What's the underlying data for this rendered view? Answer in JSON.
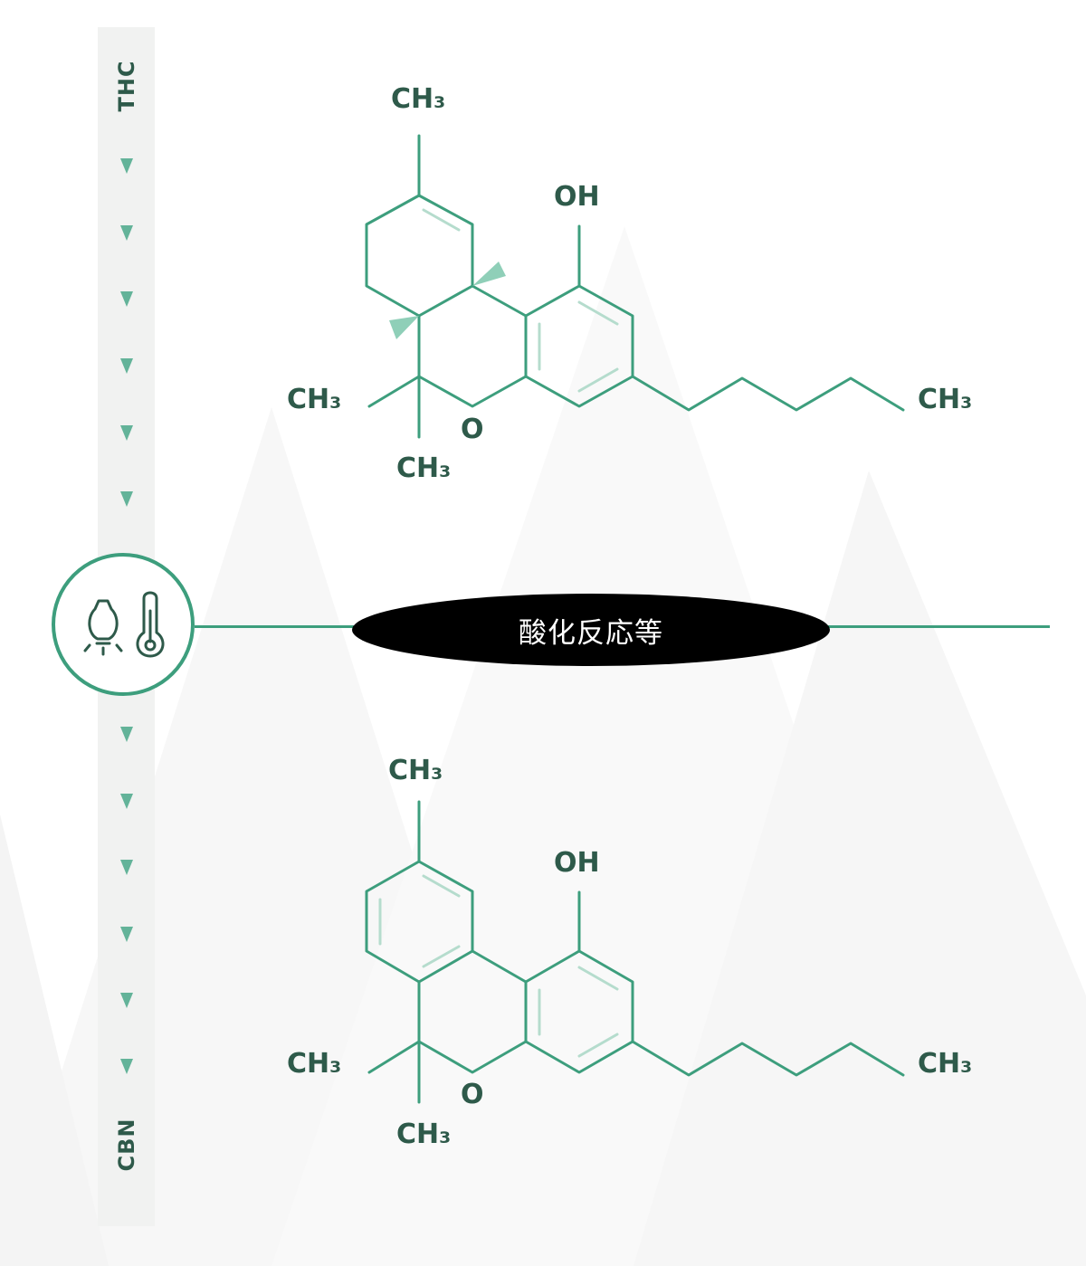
{
  "colors": {
    "bond": "#3d9e7d",
    "bond_light": "#b5dccd",
    "label": "#2e5a4a",
    "arrow": "#4aa88a",
    "pill": "#000000"
  },
  "timeline": {
    "start_label": "THC",
    "end_label": "CBN"
  },
  "reaction": {
    "label": "酸化反応等",
    "icons": [
      "light-bulb-icon",
      "thermometer-icon"
    ]
  },
  "thc": {
    "ch3_top": "CH₃",
    "oh": "OH",
    "ch3_left": "CH₃",
    "o": "O",
    "ch3_bottom": "CH₃",
    "ch3_right": "CH₃"
  },
  "cbn": {
    "ch3_top": "CH₃",
    "oh": "OH",
    "ch3_left": "CH₃",
    "o": "O",
    "ch3_bottom": "CH₃",
    "ch3_right": "CH₃"
  }
}
